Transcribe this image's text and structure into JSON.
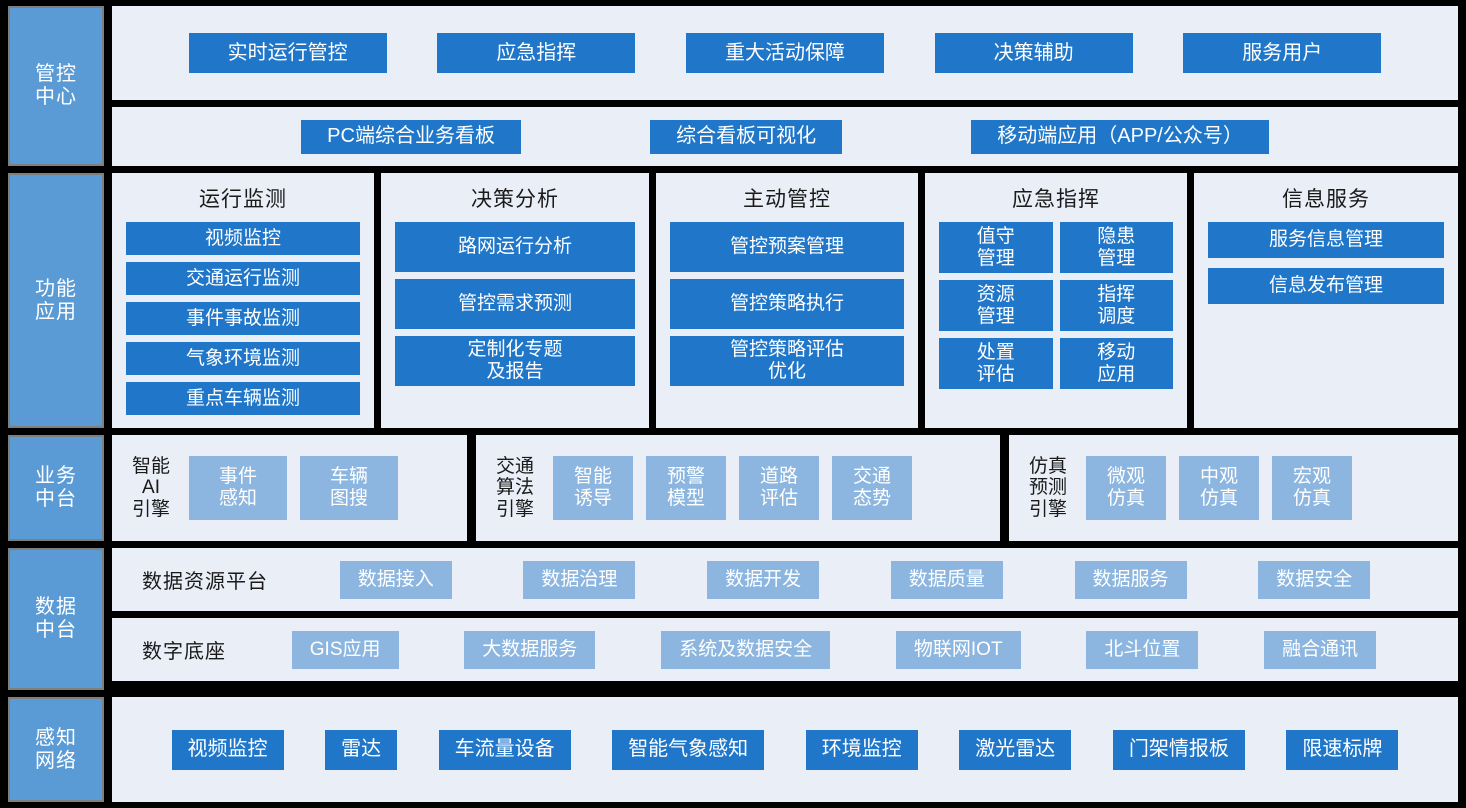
{
  "colors": {
    "background": "#000000",
    "panel": "#e9eef7",
    "tag": "#5b9bd5",
    "chip_dark": "#2077c9",
    "chip_light": "#8cb6e0",
    "text_dark": "#1a1a1a",
    "text_light": "#ffffff"
  },
  "layers": {
    "control_center": {
      "tag": "管控\n中心",
      "top_items": [
        "实时运行管控",
        "应急指挥",
        "重大活动保障",
        "决策辅助",
        "服务用户"
      ],
      "bottom_items": [
        "PC端综合业务看板",
        "综合看板可视化",
        "移动端应用（APP/公众号）"
      ]
    },
    "functional_application": {
      "tag": "功能\n应用",
      "columns": [
        {
          "title": "运行监测",
          "items": [
            "视频监控",
            "交通运行监测",
            "事件事故监测",
            "气象环境监测",
            "重点车辆监测"
          ]
        },
        {
          "title": "决策分析",
          "items": [
            "路网运行分析",
            "管控需求预测",
            "定制化专题\n及报告"
          ]
        },
        {
          "title": "主动管控",
          "items": [
            "管控预案管理",
            "管控策略执行",
            "管控策略评估\n优化"
          ]
        },
        {
          "title": "应急指挥",
          "items": [
            "值守\n管理",
            "隐患\n管理",
            "资源\n管理",
            "指挥\n调度",
            "处置\n评估",
            "移动\n应用"
          ]
        },
        {
          "title": "信息服务",
          "items": [
            "服务信息管理",
            "信息发布管理"
          ]
        }
      ]
    },
    "business_platform": {
      "tag": "业务\n中台",
      "groups": [
        {
          "label": "智能\nAI\n引擎",
          "items": [
            "事件\n感知",
            "车辆\n图搜"
          ]
        },
        {
          "label": "交通\n算法\n引擎",
          "items": [
            "智能\n诱导",
            "预警\n模型",
            "道路\n评估",
            "交通\n态势"
          ]
        },
        {
          "label": "仿真\n预测\n引擎",
          "items": [
            "微观\n仿真",
            "中观\n仿真",
            "宏观\n仿真"
          ]
        }
      ]
    },
    "data_platform": {
      "tag": "数据\n中台",
      "rows": [
        {
          "label": "数据资源平台",
          "items": [
            "数据接入",
            "数据治理",
            "数据开发",
            "数据质量",
            "数据服务",
            "数据安全"
          ]
        },
        {
          "label": "数字底座",
          "items": [
            "GIS应用",
            "大数据服务",
            "系统及数据安全",
            "物联网IOT",
            "北斗位置",
            "融合通讯"
          ]
        }
      ]
    },
    "perception_network": {
      "tag": "感知\n网络",
      "items": [
        "视频监控",
        "雷达",
        "车流量设备",
        "智能气象感知",
        "环境监控",
        "激光雷达",
        "门架情报板",
        "限速标牌"
      ]
    }
  }
}
